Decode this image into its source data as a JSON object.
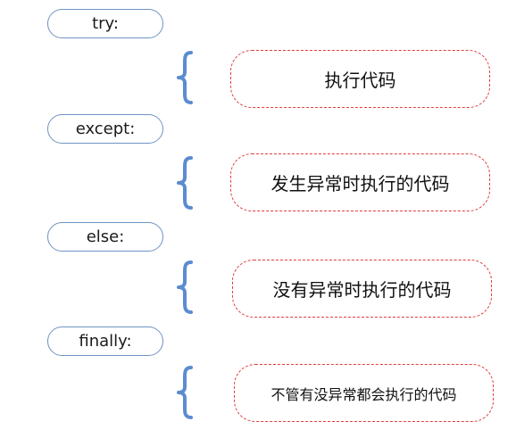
{
  "blocks": [
    {
      "keyword": "try:",
      "description": "执行代码"
    },
    {
      "keyword": "except:",
      "description": "发生异常时执行的代码"
    },
    {
      "keyword": "else:",
      "description": "没有异常时执行的代码"
    },
    {
      "keyword": "finally:",
      "description": "不管有没异常都会执行的代码"
    }
  ],
  "colors": {
    "keyword_border": "#6f93c2",
    "brace": "#5b8ccf",
    "code_box_border": "#e23c3c"
  }
}
